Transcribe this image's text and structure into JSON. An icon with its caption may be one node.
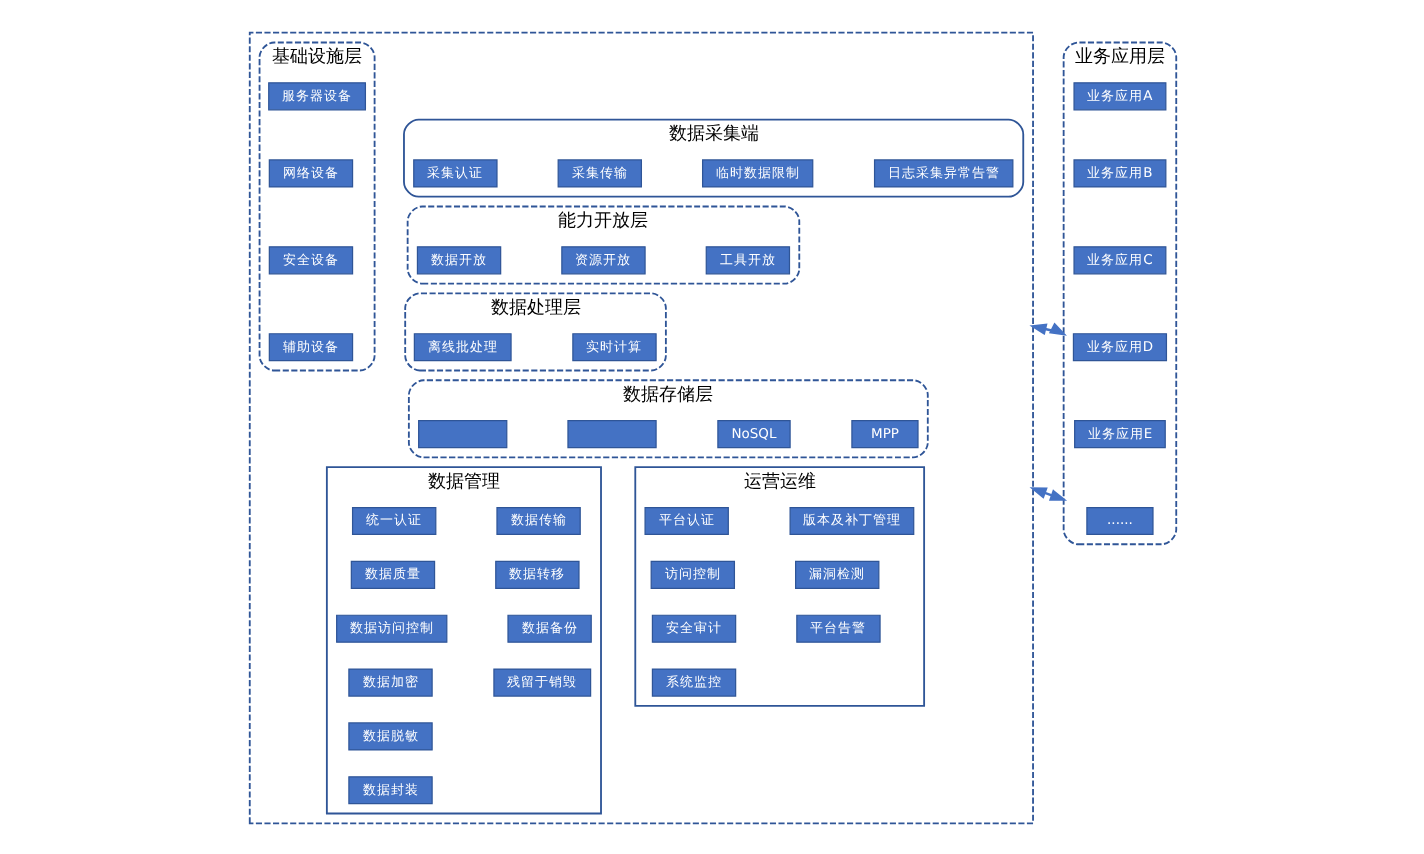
{
  "diagram": {
    "nodes": [
      {
        "text": [],
        "shape": "box"
      },
      {
        "text": [
          "基础设施层"
        ],
        "in": 0
      },
      {
        "text": [
          "服务器设备"
        ],
        "in": 1
      },
      {
        "text": [
          "网络设备"
        ],
        "in": 1
      },
      {
        "text": [
          "安全设备"
        ],
        "in": 1
      },
      {
        "text": [
          "辅助设备"
        ],
        "in": 1
      },
      {
        "text": [
          "数据采集端"
        ],
        "in": 0
      },
      {
        "text": [
          "采集认证"
        ],
        "in": 6
      },
      {
        "text": [
          "采集传输"
        ],
        "in": 6
      },
      {
        "text": [
          "临时数据限制"
        ],
        "in": 6
      },
      {
        "text": [
          "日志采集异常告警"
        ],
        "in": 6
      },
      {
        "text": [
          "能力开放层"
        ],
        "in": 0
      },
      {
        "text": [
          "数据开放"
        ],
        "in": 11
      },
      {
        "text": [
          "资源开放"
        ],
        "in": 11
      },
      {
        "text": [
          "工具开放"
        ],
        "in": 11
      },
      {
        "text": [
          "数据处理层"
        ],
        "in": 0
      },
      {
        "text": [
          "离线批处理"
        ],
        "in": 15
      },
      {
        "text": [
          "实时计算"
        ],
        "in": 15
      },
      {
        "text": [
          "数据存储层"
        ],
        "in": 0
      },
      {
        "text": [],
        "shape": "box",
        "in": 18
      },
      {
        "text": [],
        "shape": "box",
        "in": 18
      },
      {
        "text": [
          "NoSQL"
        ],
        "in": 18
      },
      {
        "text": [
          "MPP"
        ],
        "in": 18
      },
      {
        "text": [
          "数据管理"
        ],
        "in": 0
      },
      {
        "text": [
          "统一认证"
        ],
        "in": 23
      },
      {
        "text": [
          "数据质量"
        ],
        "in": 23
      },
      {
        "text": [
          "数据访问控制"
        ],
        "in": 23
      },
      {
        "text": [
          "数据加密"
        ],
        "in": 23
      },
      {
        "text": [
          "数据脱敏"
        ],
        "in": 23
      },
      {
        "text": [
          "数据封装"
        ],
        "in": 23
      },
      {
        "text": [
          "数据传输"
        ],
        "in": 23
      },
      {
        "text": [
          "数据转移"
        ],
        "in": 23
      },
      {
        "text": [
          "数据备份"
        ],
        "in": 23
      },
      {
        "text": [
          "残留于销毁"
        ],
        "in": 23
      },
      {
        "text": [
          "运营运维"
        ],
        "in": 0
      },
      {
        "text": [
          "平台认证"
        ],
        "in": 34
      },
      {
        "text": [
          "版本及补丁管理"
        ],
        "in": 34
      },
      {
        "text": [
          "访问控制"
        ],
        "in": 34
      },
      {
        "text": [
          "漏洞检测"
        ],
        "in": 34
      },
      {
        "text": [
          "安全审计"
        ],
        "in": 34
      },
      {
        "text": [
          "平台告警"
        ],
        "in": 34
      },
      {
        "text": [
          "系统监控"
        ],
        "in": 34
      },
      {
        "text": [
          "业务应用层"
        ]
      },
      {
        "text": [
          "业务应用A"
        ],
        "in": 42
      },
      {
        "text": [
          "业务应用B"
        ],
        "in": 42
      },
      {
        "text": [
          "业务应用C"
        ],
        "in": 42
      },
      {
        "text": [
          "业务应用D"
        ],
        "in": 42
      },
      {
        "text": [
          "业务应用E"
        ],
        "in": 42
      },
      {
        "text": [
          "......"
        ],
        "in": 42
      }
    ],
    "edges": [
      {
        "from": 0,
        "to": 42,
        "arrow": "both"
      },
      {
        "from": 0,
        "to": 42,
        "arrow": "both"
      }
    ]
  }
}
